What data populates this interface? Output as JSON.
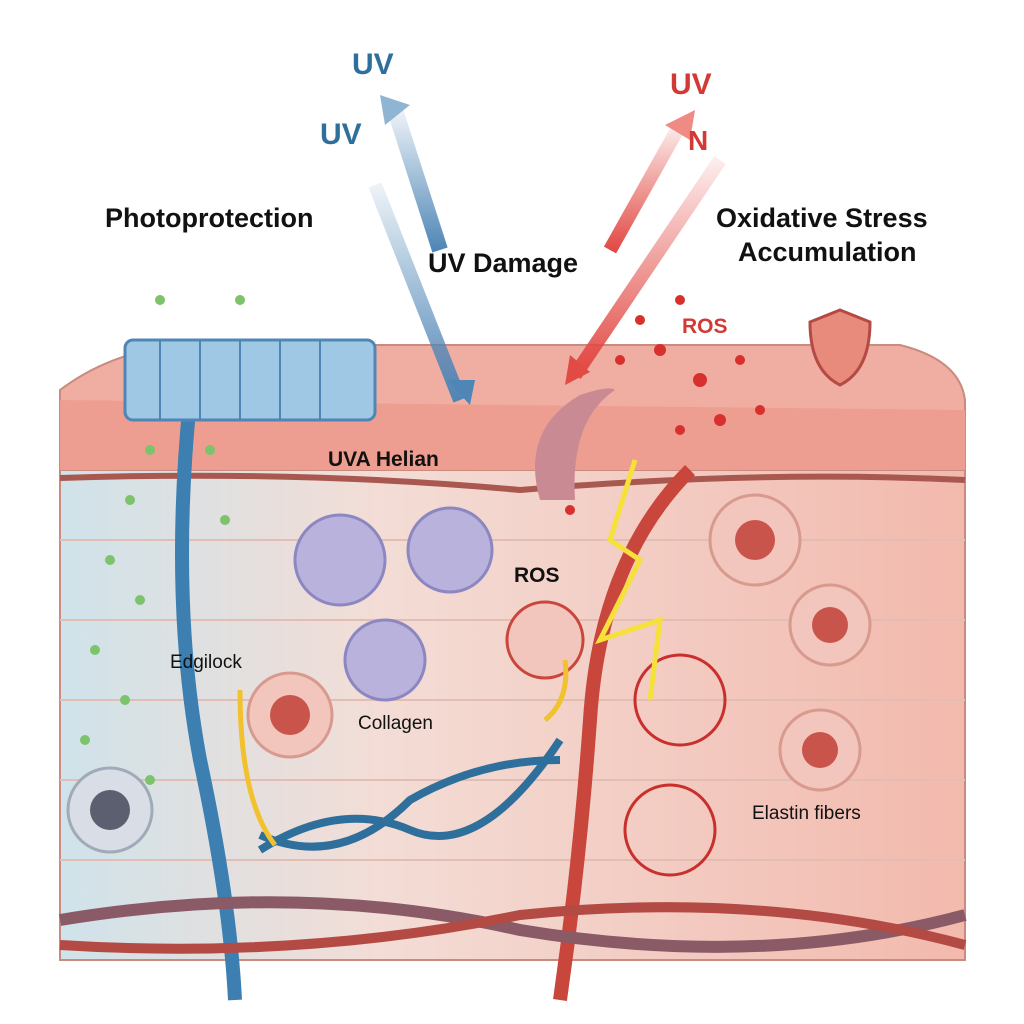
{
  "labels": {
    "uv_blue_top": "UV",
    "uv_blue_second": "UV",
    "uv_red": "UV",
    "n_red": "N",
    "photoprotection": "Photoprotection",
    "uv_damage": "UV Damage",
    "oxidative_stress": "Oxidative Stress",
    "accumulation": "Accumulation",
    "ros_top": "ROS",
    "uva_helian": "UVA Helian",
    "ros_mid": "ROS",
    "edgilock": "Edgilock",
    "collagen": "Collagen",
    "elastin": "Elastin fibers"
  },
  "colors": {
    "blue": "#2f6f9c",
    "red": "#d33a35",
    "skin": "#f2b8aa",
    "skin_dark": "#e79b8c"
  }
}
